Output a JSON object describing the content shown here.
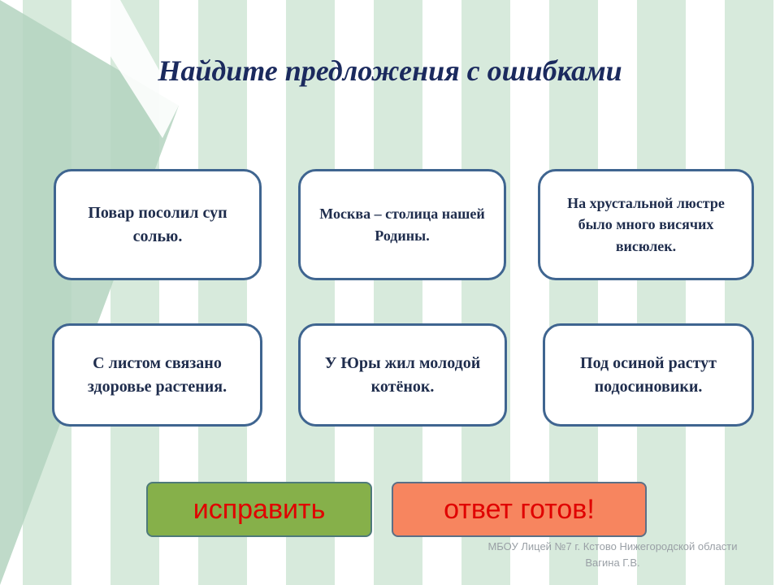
{
  "slide": {
    "title": "Найдите предложения с ошибками",
    "cards": [
      {
        "text": "Повар посолил суп солью."
      },
      {
        "text": "Москва – столица нашей Родины."
      },
      {
        "text": "На хрустальной люстре было много висячих висюлек."
      },
      {
        "text": "С листом связано здоровье растения."
      },
      {
        "text": "У Юры жил молодой котёнок."
      },
      {
        "text": "Под осиной растут подосиновики."
      }
    ],
    "buttons": {
      "fix_label": "исправить",
      "ready_label": "ответ готов!"
    },
    "footer": {
      "line1": "МБОУ Лицей №7 г. Кстово Нижегородской области",
      "line2": "Вагина Г.В."
    }
  },
  "colors": {
    "stripe": "#d7eadc",
    "accent_shape": "#b4d4bf",
    "title": "#1b2a5e",
    "card_border": "#3f6590",
    "fix_button": "#86b04a",
    "ready_button": "#f7855f",
    "button_text": "#e00000"
  }
}
